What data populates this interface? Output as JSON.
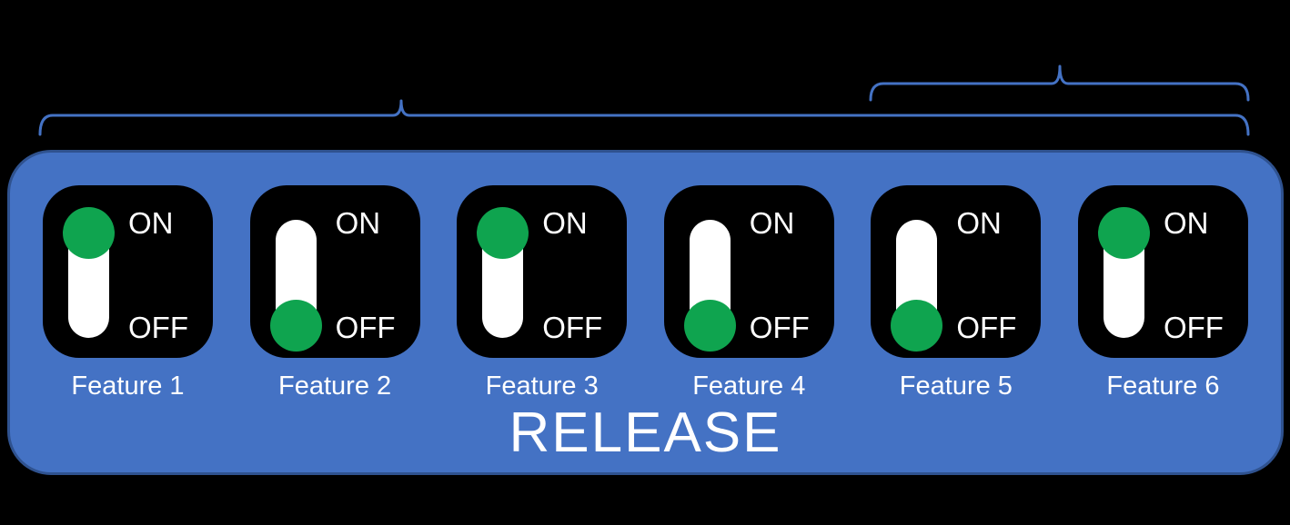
{
  "colors": {
    "background": "#000000",
    "accent_blue": "#4472C4",
    "panel_border": "#2F528F",
    "switch_box_black": "#000000",
    "track_white": "#FFFFFF",
    "knob_green": "#0FA44F",
    "text_white": "#FFFFFF"
  },
  "panel": {
    "title": "RELEASE",
    "switch_on_label": "ON",
    "switch_off_label": "OFF",
    "features": [
      {
        "name": "Feature 1",
        "state": "on"
      },
      {
        "name": "Feature 2",
        "state": "off"
      },
      {
        "name": "Feature 3",
        "state": "on"
      },
      {
        "name": "Feature 4",
        "state": "off"
      },
      {
        "name": "Feature 5",
        "state": "off"
      },
      {
        "name": "Feature 6",
        "state": "on"
      }
    ]
  }
}
